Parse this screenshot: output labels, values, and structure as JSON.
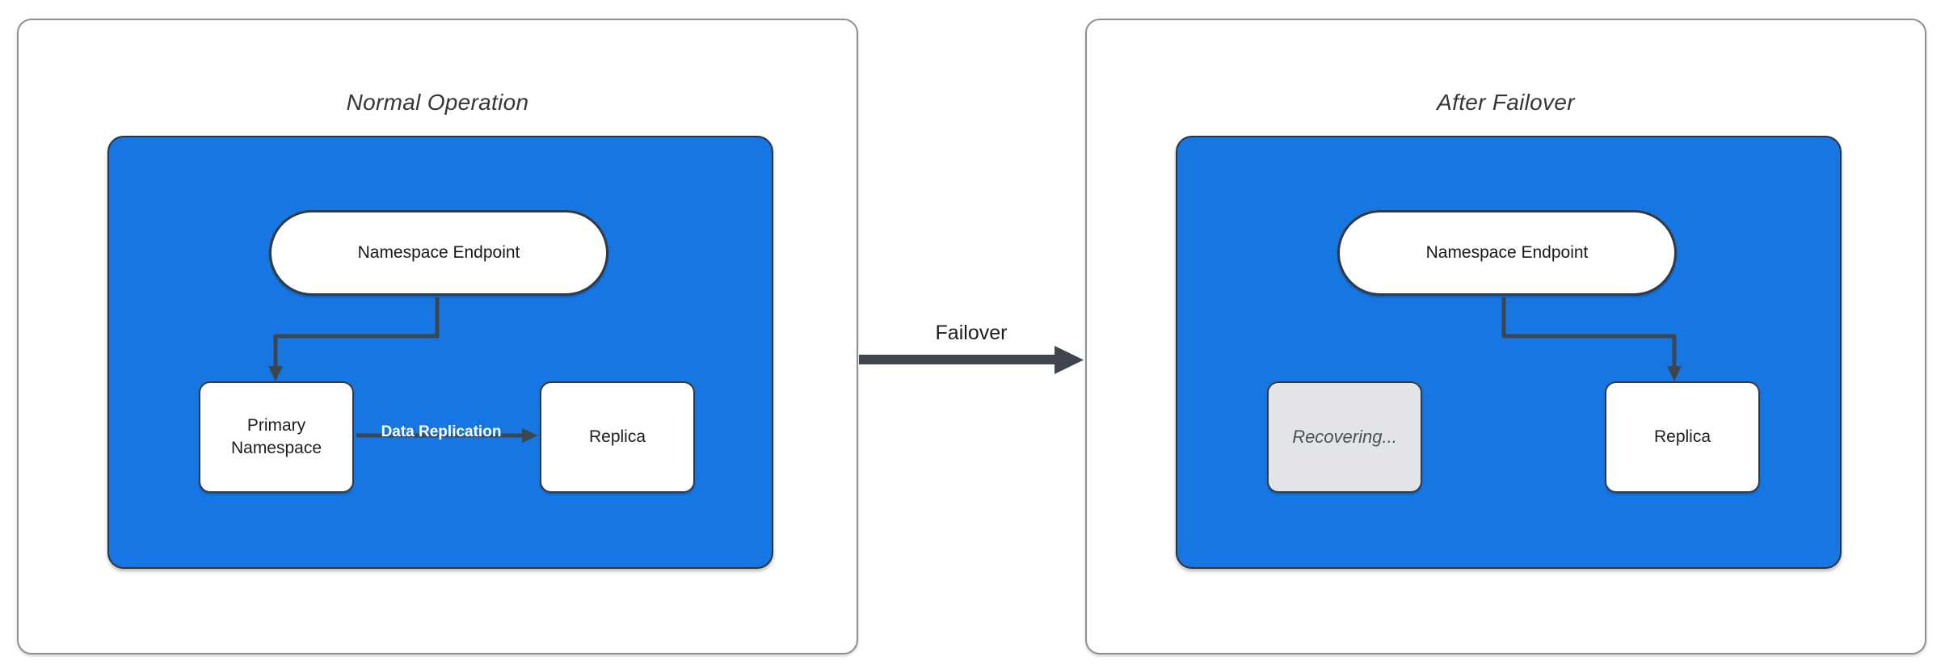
{
  "diagram": {
    "panels": [
      {
        "title": "Normal Operation",
        "endpoint": "Namespace Endpoint",
        "nodes": [
          {
            "label": "Primary Namespace",
            "state": "active"
          },
          {
            "label": "Replica",
            "state": "active"
          }
        ],
        "edges": [
          {
            "from": "Namespace Endpoint",
            "to": "Primary Namespace",
            "label": ""
          },
          {
            "from": "Primary Namespace",
            "to": "Replica",
            "label": "Data Replication"
          }
        ]
      },
      {
        "title": "After Failover",
        "endpoint": "Namespace Endpoint",
        "nodes": [
          {
            "label": "Recovering...",
            "state": "recovering"
          },
          {
            "label": "Replica",
            "state": "active"
          }
        ],
        "edges": [
          {
            "from": "Namespace Endpoint",
            "to": "Replica",
            "label": ""
          }
        ]
      }
    ],
    "transition": {
      "label": "Failover",
      "from": "Normal Operation",
      "to": "After Failover"
    },
    "colors": {
      "container_blue": "#1677e2",
      "connector_dark": "#3f454d",
      "node_border": "#33393f",
      "node_fill": "#ffffff",
      "recovering_fill": "#e2e4e8",
      "recovering_text": "#4a5158",
      "panel_border": "#8d9094",
      "title_text": "#33373c",
      "edge_label_text": "#ffffff",
      "canvas_background": "#ffffff"
    }
  }
}
